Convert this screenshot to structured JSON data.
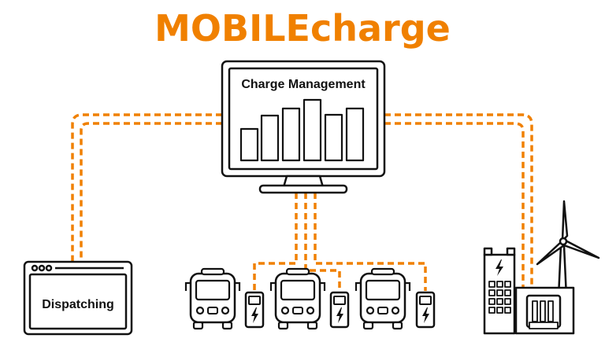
{
  "title": "MOBILEcharge",
  "nodes": {
    "charge_management": "Charge Management",
    "dispatching": "Dispatching"
  },
  "colors": {
    "accent": "#f08000",
    "stroke": "#111111",
    "background": "#ffffff"
  },
  "icons": [
    "monitor-icon",
    "bar-chart-icon",
    "browser-window-icon",
    "bus-icon",
    "charging-station-icon",
    "building-icon",
    "wind-turbine-icon",
    "lightning-icon"
  ]
}
